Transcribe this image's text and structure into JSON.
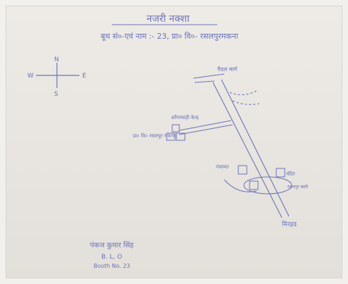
{
  "sheet": {
    "title": "नजरी नक्शा",
    "subtitle": "बूथ सं०-एवं नाम :- 23, प्रा० वि०- रसलपुरमकना",
    "compass": {
      "n": "N",
      "s": "S",
      "e": "E",
      "w": "W"
    },
    "labels": {
      "top": "पैदल मार्ग",
      "left_1": "आँगनवाड़ी केन्द्र",
      "left_2": "प्रा० वि० रसलपुर मकना",
      "bottom_left": "पंचायत",
      "mid_right": "मंदिर",
      "mid_right_2": "रसलपुर बस्ती",
      "bottom_right": "मिरहद"
    },
    "signature": {
      "name": "पंकज कुमार सिंह",
      "role": "B. L. O",
      "booth": "Booth No. 23"
    }
  },
  "colors": {
    "ink": "#6a74b8",
    "paper": "#e9e6e1"
  }
}
